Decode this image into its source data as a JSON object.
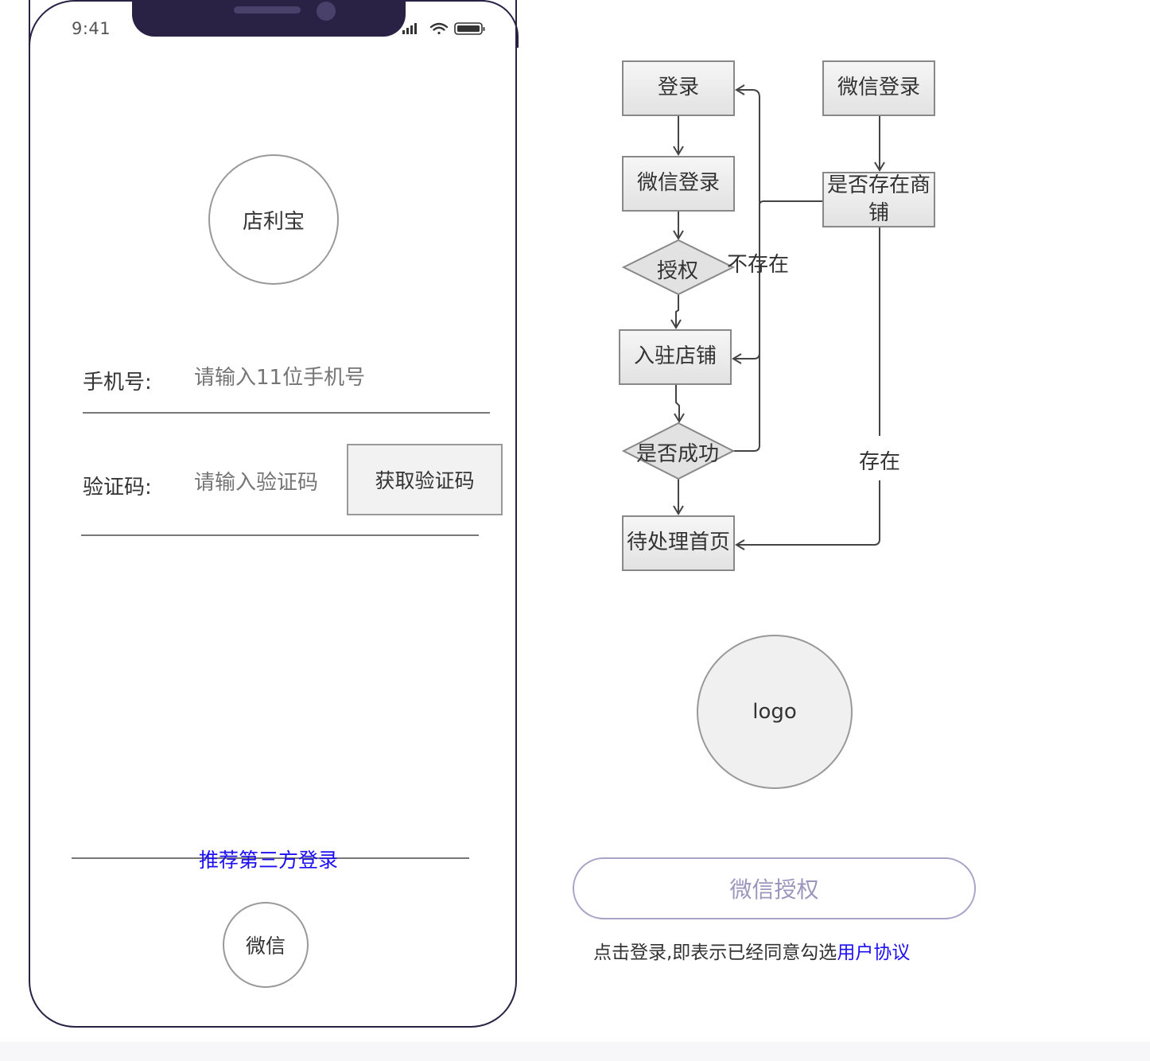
{
  "status_bar": {
    "time": "9:41"
  },
  "login": {
    "brand": "店利宝",
    "phone_label": "手机号:",
    "phone_placeholder": "请输入11位手机号",
    "code_label": "验证码:",
    "code_placeholder": "请输入验证码",
    "get_code_button": "获取验证码",
    "third_party_label": "推荐第三方登录",
    "wechat_button": "微信"
  },
  "flowchart": {
    "nodes": {
      "login": "登录",
      "wechat_login_top": "微信登录",
      "wechat_login": "微信登录",
      "has_shop": "是否存在商铺",
      "authorize": "授权",
      "settle_shop": "入驻店铺",
      "success": "是否成功",
      "pending_home": "待处理首页"
    },
    "edge_labels": {
      "not_exist": "不存在",
      "exist": "存在"
    }
  },
  "auth_page": {
    "logo": "logo",
    "auth_button": "微信授权",
    "agreement_text": "点击登录,即表示已经同意勾选",
    "agreement_link": "用户协议"
  }
}
